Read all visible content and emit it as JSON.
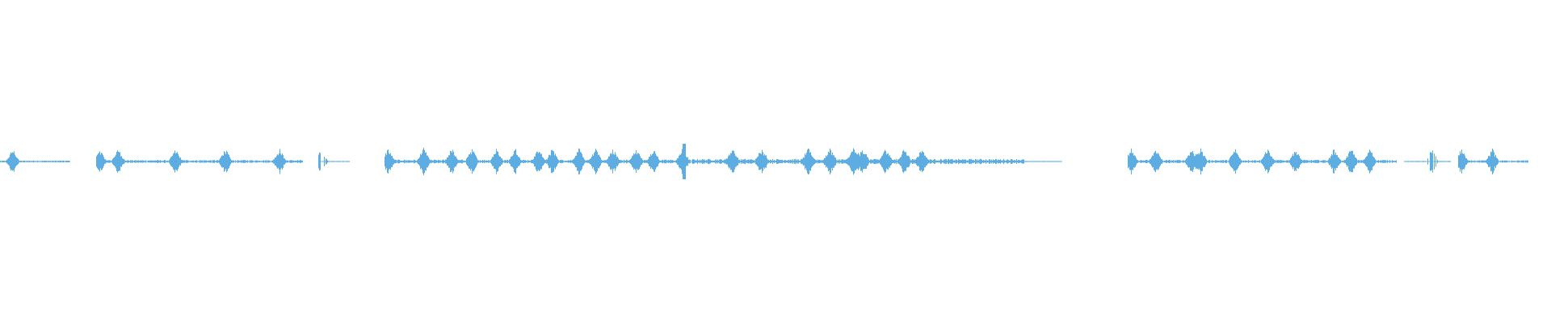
{
  "waveform": {
    "color": "#5dade2",
    "background": "#ffffff",
    "baseline_fraction": 0.5,
    "duration_fraction_used": 0.98,
    "segments": [
      {
        "start": 0.0,
        "end": 0.045,
        "level": 0.18,
        "bursts": [
          0.008
        ]
      },
      {
        "start": 0.062,
        "end": 0.195,
        "level": 0.28,
        "bursts": [
          0.064,
          0.076,
          0.113,
          0.145,
          0.18
        ]
      },
      {
        "start": 0.205,
        "end": 0.225,
        "level": 0.1,
        "bursts": [
          0.207
        ]
      },
      {
        "start": 0.248,
        "end": 0.445,
        "level": 0.34,
        "bursts": [
          0.25,
          0.273,
          0.291,
          0.304,
          0.32,
          0.332,
          0.347,
          0.356,
          0.373,
          0.384,
          0.395,
          0.41,
          0.421,
          0.44
        ]
      },
      {
        "start": 0.446,
        "end": 0.66,
        "level": 0.46,
        "bursts": [
          0.441,
          0.472,
          0.491,
          0.521,
          0.535,
          0.55,
          0.556,
          0.571,
          0.583,
          0.594
        ]
      },
      {
        "start": 0.66,
        "end": 0.685,
        "level": 0.04,
        "bursts": []
      },
      {
        "start": 0.727,
        "end": 0.9,
        "level": 0.3,
        "bursts": [
          0.729,
          0.745,
          0.768,
          0.774,
          0.796,
          0.817,
          0.835,
          0.86,
          0.871,
          0.883
        ]
      },
      {
        "start": 0.905,
        "end": 0.935,
        "level": 0.08,
        "bursts": [
          0.923
        ]
      },
      {
        "start": 0.94,
        "end": 0.985,
        "level": 0.22,
        "bursts": [
          0.942,
          0.962
        ]
      }
    ]
  }
}
